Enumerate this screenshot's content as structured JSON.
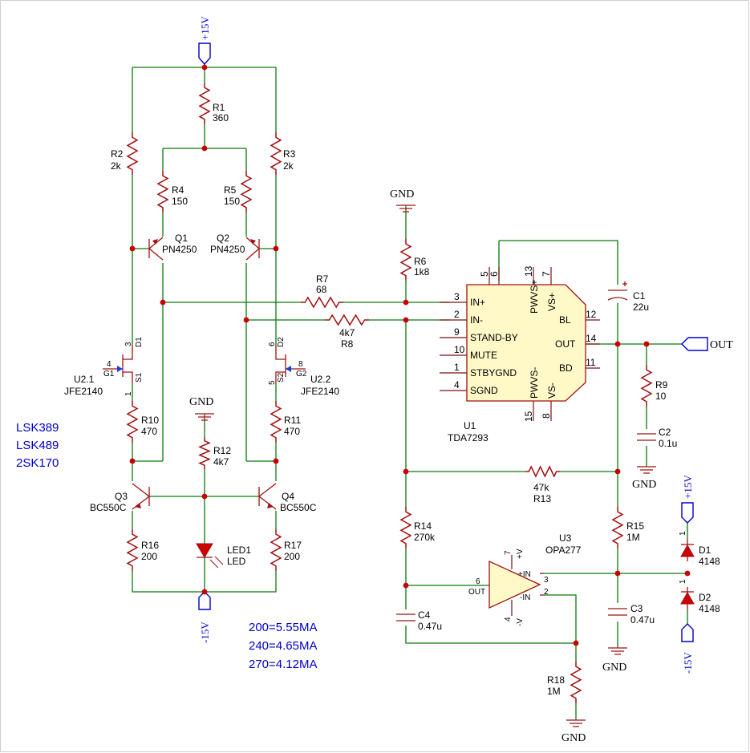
{
  "nets": {
    "vplus": "+15V",
    "vminus": "-15V",
    "gnd": "GND",
    "out": "OUT"
  },
  "resistors": [
    {
      "ref": "R1",
      "val": "360"
    },
    {
      "ref": "R2",
      "val": "2k"
    },
    {
      "ref": "R3",
      "val": "2k"
    },
    {
      "ref": "R4",
      "val": "150"
    },
    {
      "ref": "R5",
      "val": "150"
    },
    {
      "ref": "R6",
      "val": "1k8"
    },
    {
      "ref": "R7",
      "val": "68"
    },
    {
      "ref": "R8",
      "val": "4k7"
    },
    {
      "ref": "R9",
      "val": "10"
    },
    {
      "ref": "R10",
      "val": "470"
    },
    {
      "ref": "R11",
      "val": "470"
    },
    {
      "ref": "R12",
      "val": "4k7"
    },
    {
      "ref": "R13",
      "val": "47k"
    },
    {
      "ref": "R14",
      "val": "270k"
    },
    {
      "ref": "R15",
      "val": "1M"
    },
    {
      "ref": "R16",
      "val": "200"
    },
    {
      "ref": "R17",
      "val": "200"
    },
    {
      "ref": "R18",
      "val": "1M"
    }
  ],
  "capacitors": [
    {
      "ref": "C1",
      "val": "22u"
    },
    {
      "ref": "C2",
      "val": "0.1u"
    },
    {
      "ref": "C3",
      "val": "0.47u"
    },
    {
      "ref": "C4",
      "val": "0.47u"
    }
  ],
  "transistors": [
    {
      "ref": "Q1",
      "val": "PN4250"
    },
    {
      "ref": "Q2",
      "val": "PN4250"
    },
    {
      "ref": "Q3",
      "val": "BC550C"
    },
    {
      "ref": "Q4",
      "val": "BC550C"
    }
  ],
  "jfets": [
    {
      "ref": "U2.1",
      "val": "JFE2140",
      "pins": {
        "d": "D1",
        "s": "S1",
        "g": "G1",
        "pd": "3",
        "ps": "1",
        "pg": "4"
      }
    },
    {
      "ref": "U2.2",
      "val": "JFE2140",
      "pins": {
        "d": "D2",
        "s": "S2",
        "g": "G2",
        "pd": "6",
        "ps": "5",
        "pg": "8"
      }
    }
  ],
  "led": {
    "ref": "LED1",
    "val": "LED"
  },
  "diodes": [
    {
      "ref": "D1",
      "val": "4148"
    },
    {
      "ref": "D2",
      "val": "4148"
    }
  ],
  "u1": {
    "ref": "U1",
    "val": "TDA7293",
    "left_pins": [
      {
        "num": "3",
        "name": "IN+"
      },
      {
        "num": "2",
        "name": "IN-"
      },
      {
        "num": "9",
        "name": "STAND-BY"
      },
      {
        "num": "10",
        "name": "MUTE"
      },
      {
        "num": "1",
        "name": "STBYGND"
      },
      {
        "num": "4",
        "name": "SGND"
      }
    ],
    "right_pins": [
      {
        "num": "12",
        "name": "BL"
      },
      {
        "num": "14",
        "name": "OUT"
      },
      {
        "num": "11",
        "name": "BD"
      }
    ],
    "top_pins": [
      "5",
      "6",
      "13",
      "7"
    ],
    "top_names": [
      "PWVS+",
      "VS+"
    ],
    "bottom_pins": [
      "15",
      "8"
    ],
    "bottom_names": [
      "PWVS-",
      "VS-"
    ]
  },
  "u3": {
    "ref": "U3",
    "val": "OPA277",
    "pin_inp": "+IN",
    "pin_inn": "-IN",
    "pin_out": "OUT",
    "pin_vp": "+V",
    "pin_vn": "-V",
    "num_inp": "3",
    "num_inn": "2",
    "num_out": "6",
    "num_vp": "7",
    "num_vn": "4",
    "diode_pin": "1"
  },
  "notes": {
    "parts": [
      "LSK389",
      "LSK489",
      "2SK170"
    ],
    "currents": [
      "200=5.55MA",
      "240=4.65MA",
      "270=4.12MA"
    ]
  }
}
